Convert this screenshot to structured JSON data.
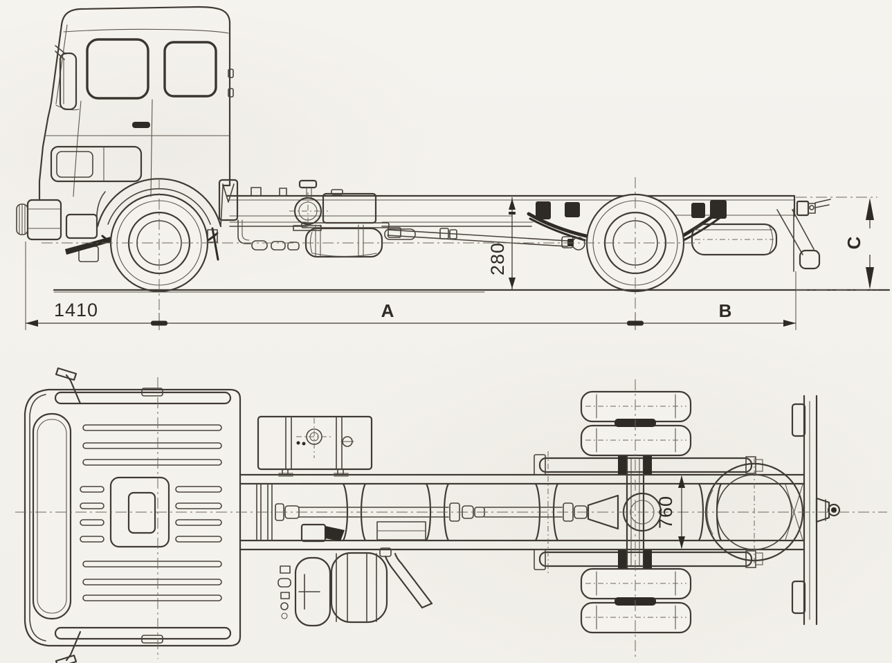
{
  "blueprint": {
    "colors": {
      "paper": "#f4f2ed",
      "ink": "#3f3a34",
      "dark_fill": "#2e2a25"
    },
    "side_view": {
      "dim_front_overhang": "1410",
      "dim_wheelbase": "A",
      "dim_rear_overhang": "B",
      "dim_frame_height": "280",
      "dim_rear_frame_height": "C"
    },
    "plan_view": {
      "dim_frame_width": "760"
    }
  }
}
